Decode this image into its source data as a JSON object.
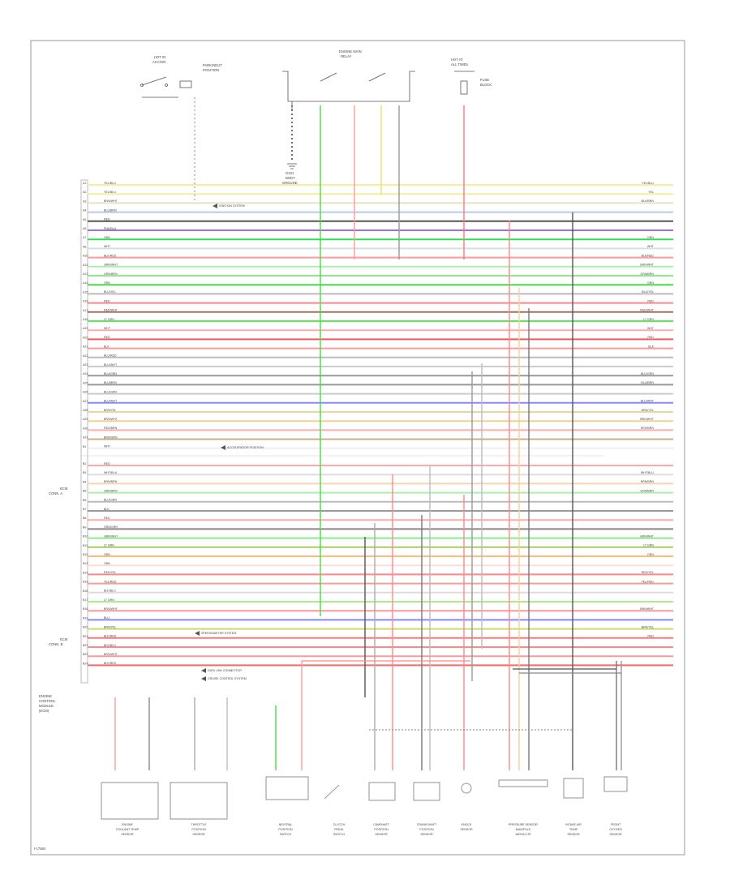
{
  "diagram": {
    "code_label": "I-17584",
    "wire_rows": [
      {
        "pin": "A1",
        "left": "YEL/BLU",
        "right": "YEL/BLU",
        "color": "#f2ee9a"
      },
      {
        "pin": "A2",
        "left": "YEL/BLU",
        "right": "YEL",
        "color": "#f2ee9a"
      },
      {
        "pin": "A3",
        "left": "BRN/WHT",
        "right": "BLK/BRN",
        "color": "#e8e0c0"
      },
      {
        "pin": "A4",
        "left": "BLU/BRN",
        "right": "",
        "color": "#b9c7ef"
      },
      {
        "pin": "A5",
        "left": "RED",
        "right": "",
        "color": "#555555"
      },
      {
        "pin": "A6",
        "left": "PNK/BLU",
        "right": "",
        "color": "#a070d8"
      },
      {
        "pin": "A7",
        "left": "GRN",
        "right": "GRN",
        "color": "#33dd55"
      },
      {
        "pin": "A8",
        "left": "WHT",
        "right": "WHT",
        "color": "#dddddd"
      },
      {
        "pin": "A10",
        "left": "BLK/RED",
        "right": "BLK/RED",
        "color": "#ff9999"
      },
      {
        "pin": "A12",
        "left": "GRN/WHT",
        "right": "GRN/WHT",
        "color": "#aaf0aa"
      },
      {
        "pin": "A13",
        "left": "GRN/BRN",
        "right": "GRN/BRN",
        "color": "#88ee88"
      },
      {
        "pin": "A14",
        "left": "GRN",
        "right": "GRN",
        "color": "#44dd44"
      },
      {
        "pin": "A15",
        "left": "BLU/YEL",
        "right": "BLU/YEL",
        "color": "#bbbbbb"
      },
      {
        "pin": "A16",
        "left": "RED",
        "right": "RED",
        "color": "#ff8888"
      },
      {
        "pin": "A17",
        "left": "RED/WHT",
        "right": "RED/WHT",
        "color": "#a07060"
      },
      {
        "pin": "A18",
        "left": "LT GRN",
        "right": "LT GRN",
        "color": "#55ee55"
      },
      {
        "pin": "A19",
        "left": "WHT",
        "right": "WHT",
        "color": "#ffaaaa"
      },
      {
        "pin": "A20",
        "left": "RED",
        "right": "RED",
        "color": "#ff5555"
      },
      {
        "pin": "A21",
        "left": "BLK",
        "right": "BLK",
        "color": "#ff9999"
      },
      {
        "pin": "A22",
        "left": "BLU/RED",
        "right": "",
        "color": "#bbbbbb"
      },
      {
        "pin": "A23",
        "left": "BLU/WHT",
        "right": "",
        "color": "#cccccc"
      },
      {
        "pin": "A24",
        "left": "BLU/GRN",
        "right": "BLU/GRN",
        "color": "#999999"
      },
      {
        "pin": "A25",
        "left": "BLU/BRN",
        "right": "BLU/BRN",
        "color": "#999999"
      },
      {
        "pin": "A26",
        "left": "BLU/GRN",
        "right": "",
        "color": "#cccccc"
      },
      {
        "pin": "A27",
        "left": "BLU/WHT",
        "right": "BLU/WHT",
        "color": "#8888ff"
      },
      {
        "pin": "A28",
        "left": "BRN/YEL",
        "right": "BRN/YEL",
        "color": "#e8d8a0"
      },
      {
        "pin": "A29",
        "left": "BRN/WHT",
        "right": "BRN/WHT",
        "color": "#f0d090"
      },
      {
        "pin": "A30",
        "left": "RED/BRN",
        "right": "RED/BRN",
        "color": "#ffaaaa"
      },
      {
        "pin": "A31",
        "left": "BRN/GRN",
        "right": "",
        "color": "#c8b080"
      },
      {
        "pin": "B1",
        "left": "WHT",
        "right": "",
        "color": "#eeeeee"
      },
      {
        "pin": "B2",
        "left": "RED",
        "right": "",
        "color": "#ffaaaa"
      },
      {
        "pin": "B3",
        "left": "WHT/BLU",
        "right": "WHT/BLU",
        "color": "#dddddd"
      },
      {
        "pin": "B4",
        "left": "BRN/BRN",
        "right": "BRN/BRN",
        "color": "#f0d8b0"
      },
      {
        "pin": "B5",
        "left": "GRN/BRN",
        "right": "GRN/BRN",
        "color": "#aaeeaa"
      },
      {
        "pin": "B6",
        "left": "BLU/GRN",
        "right": "",
        "color": "#bbbbbb"
      },
      {
        "pin": "B7",
        "left": "BLK",
        "right": "",
        "color": "#999999"
      },
      {
        "pin": "B8",
        "left": "RED",
        "right": "",
        "color": "#ffaaaa"
      },
      {
        "pin": "B9",
        "left": "GRN/GRN",
        "right": "",
        "color": "#888888"
      },
      {
        "pin": "B10",
        "left": "GRN/WHT",
        "right": "GRN/WHT",
        "color": "#88ee88"
      },
      {
        "pin": "B11",
        "left": "LT GRN",
        "right": "LT GRN",
        "color": "#aacc66"
      },
      {
        "pin": "B12",
        "left": "ORN",
        "right": "ORN",
        "color": "#ffbb77"
      },
      {
        "pin": "B13",
        "left": "ORN",
        "right": "",
        "color": "#ffdddd"
      },
      {
        "pin": "B14",
        "left": "RED/YEL",
        "right": "RED/YEL",
        "color": "#ff8888"
      },
      {
        "pin": "B15",
        "left": "YEL/RED",
        "right": "YEL/RED",
        "color": "#ff9999"
      },
      {
        "pin": "B16",
        "left": "BLK/BLU",
        "right": "",
        "color": "#dddddd"
      },
      {
        "pin": "B17",
        "left": "LT GRN",
        "right": "",
        "color": "#aaee88"
      },
      {
        "pin": "B18",
        "left": "BRN/WHT",
        "right": "BRN/WHT",
        "color": "#ff9999"
      },
      {
        "pin": "B19",
        "left": "BLU",
        "right": "",
        "color": "#8888ff"
      },
      {
        "pin": "B20",
        "left": "BRN/YEL",
        "right": "BRN/YEL",
        "color": "#ccdd66"
      },
      {
        "pin": "B21",
        "left": "BLK/RED",
        "right": "RED",
        "color": "#ff7777"
      },
      {
        "pin": "B22",
        "left": "BLK/BLU",
        "right": "",
        "color": "#ff8888"
      },
      {
        "pin": "B23",
        "left": "BRN/WHT",
        "right": "",
        "color": "#ff9999"
      },
      {
        "pin": "B24",
        "left": "BLK/RED",
        "right": "",
        "color": "#ff6666"
      }
    ],
    "top_components": [
      {
        "id": "top-left-switch",
        "label_lines": [
          "HOT IN",
          "ACC/ON"
        ],
        "side_lines": [
          "PARK/NEUT",
          "POSITION"
        ]
      },
      {
        "id": "top-center-relay",
        "label_lines": [
          "ENGINE MAIN",
          "RELAY"
        ]
      },
      {
        "id": "top-right-fuse",
        "label_lines": [
          "HOT AT",
          "ALL TIMES"
        ],
        "side_lines": [
          "FUSE",
          "BLOCK"
        ]
      }
    ],
    "ground_label": [
      "G101",
      "BODY",
      "GROUND"
    ],
    "connector_labels": [
      {
        "id": "conn-a",
        "lines": [
          "ECM",
          "CONN. A"
        ]
      },
      {
        "id": "conn-b",
        "lines": [
          "ECM",
          "CONN. B"
        ]
      }
    ],
    "ecm_label": [
      "ENGINE",
      "CONTROL",
      "MODULE",
      "(ECM)"
    ],
    "inline_notes": [
      {
        "id": "note-ignition",
        "text": "IGNITION SYSTEM"
      },
      {
        "id": "note-accelerator",
        "text": "ACCELERATOR POSITION"
      },
      {
        "id": "note-speedometer",
        "text": "SPEEDOMETER SYSTEM"
      },
      {
        "id": "note-datalink",
        "text": "DATA LINK CONNECTOR"
      },
      {
        "id": "note-cruise",
        "text": "CRUISE CONTROL SYSTEM"
      }
    ],
    "bottom_components": [
      {
        "id": "comp-1",
        "lines": [
          "ENGINE",
          "COOLANT TEMP",
          "SENSOR"
        ]
      },
      {
        "id": "comp-2",
        "lines": [
          "THROTTLE",
          "POSITION",
          "SENSOR"
        ]
      },
      {
        "id": "comp-3",
        "lines": [
          "NEUTRAL",
          "POSITION",
          "SWITCH"
        ]
      },
      {
        "id": "comp-4",
        "lines": [
          "CLUTCH",
          "PEDAL",
          "SWITCH"
        ]
      },
      {
        "id": "comp-5",
        "lines": [
          "CAMSHAFT",
          "POSITION",
          "SENSOR"
        ]
      },
      {
        "id": "comp-6",
        "lines": [
          "CRANKSHAFT",
          "POSITION",
          "SENSOR"
        ]
      },
      {
        "id": "comp-7",
        "lines": [
          "KNOCK",
          "SENSOR"
        ]
      },
      {
        "id": "comp-8",
        "lines": [
          "PRESSURE SENSOR",
          "MANIFOLD",
          "ABSOLUTE"
        ]
      },
      {
        "id": "comp-9",
        "lines": [
          "INTAKE AIR",
          "TEMP",
          "SENSOR"
        ]
      },
      {
        "id": "comp-10",
        "lines": [
          "FRONT",
          "OXYGEN",
          "SENSOR"
        ]
      }
    ]
  }
}
